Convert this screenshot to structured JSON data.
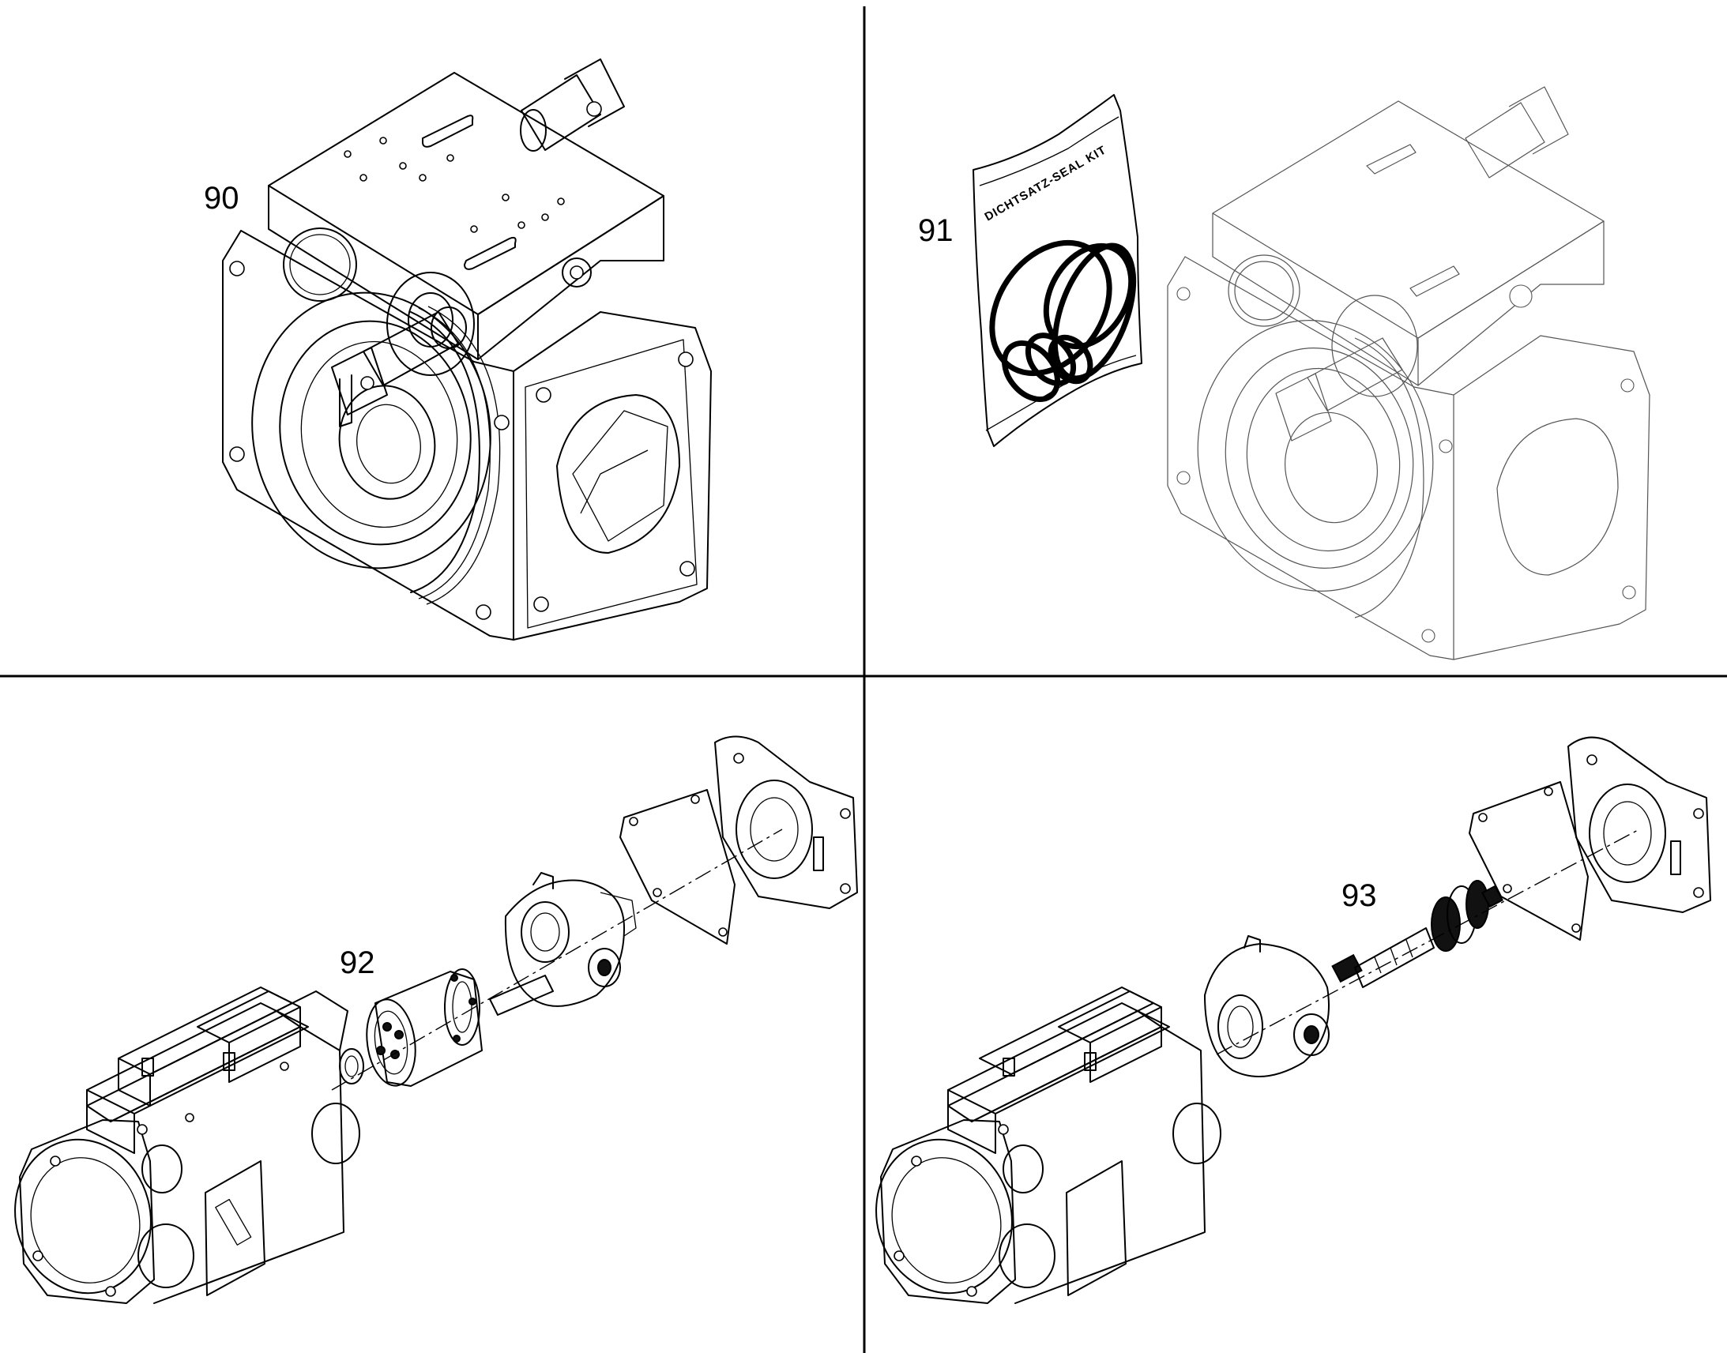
{
  "callouts": {
    "part_90": "90",
    "part_91": "91",
    "part_92": "92",
    "part_93": "93"
  },
  "seal_kit": {
    "bag_label": "DICHTSATZ-SEAL KIT"
  },
  "icons": {
    "pump_housing": "pump-housing-icon",
    "seal_kit_bag": "seal-kit-bag-icon",
    "rotary_group": "rotary-group-icon",
    "drive_shaft": "drive-shaft-icon",
    "tandem_pump": "tandem-pump-icon"
  },
  "colors": {
    "line": "#000000",
    "ghost_line": "#555555",
    "background": "#ffffff"
  }
}
